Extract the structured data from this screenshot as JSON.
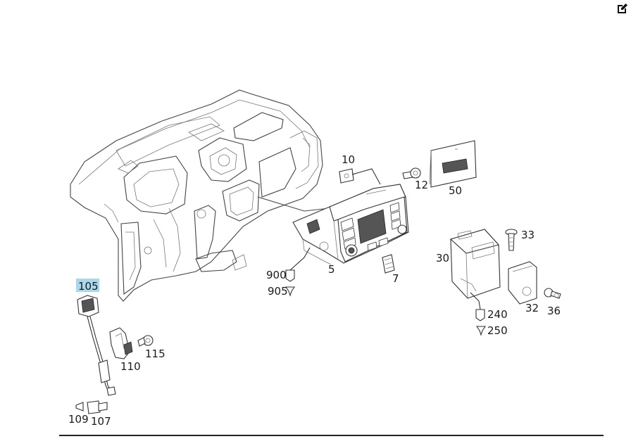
{
  "toolbar": {
    "edit_icon": "edit-icon"
  },
  "highlight_color": "#a8d8ea",
  "callouts": [
    {
      "id": "105",
      "label": "105",
      "highlighted": true
    },
    {
      "id": "107",
      "label": "107"
    },
    {
      "id": "109",
      "label": "109"
    },
    {
      "id": "110",
      "label": "110"
    },
    {
      "id": "115",
      "label": "115"
    },
    {
      "id": "900",
      "label": "900"
    },
    {
      "id": "905",
      "label": "905"
    },
    {
      "id": "5",
      "label": "5"
    },
    {
      "id": "7",
      "label": "7"
    },
    {
      "id": "10",
      "label": "10"
    },
    {
      "id": "12",
      "label": "12"
    },
    {
      "id": "50",
      "label": "50"
    },
    {
      "id": "30",
      "label": "30"
    },
    {
      "id": "33",
      "label": "33"
    },
    {
      "id": "32",
      "label": "32"
    },
    {
      "id": "36",
      "label": "36"
    },
    {
      "id": "240",
      "label": "240"
    },
    {
      "id": "250",
      "label": "250"
    }
  ]
}
